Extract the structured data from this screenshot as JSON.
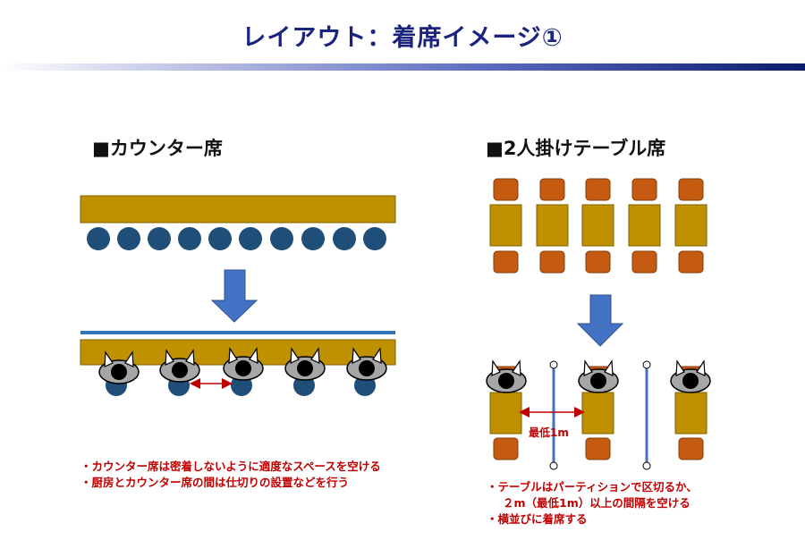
{
  "title": "レイアウト：着席イメージ①",
  "counter": {
    "heading": "■カウンター席",
    "notes": [
      "・カウンター席は密着しないように適度なスペースを空ける",
      "・厨房とカウンター席の間は仕切りの設置などを行う"
    ]
  },
  "table": {
    "heading": "■2人掛けテーブル席",
    "distance_label": "最低1m",
    "notes": [
      "・テーブルはパーティションで区切るか、",
      "２m（最低1m）以上の間隔を空ける",
      "・横並びに着席する"
    ]
  },
  "colors": {
    "table": "#bf9000",
    "seat_round": "#1f4e79",
    "seat_square": "#c55a11",
    "arrow": "#4472c4",
    "accent_red": "#c00000"
  }
}
